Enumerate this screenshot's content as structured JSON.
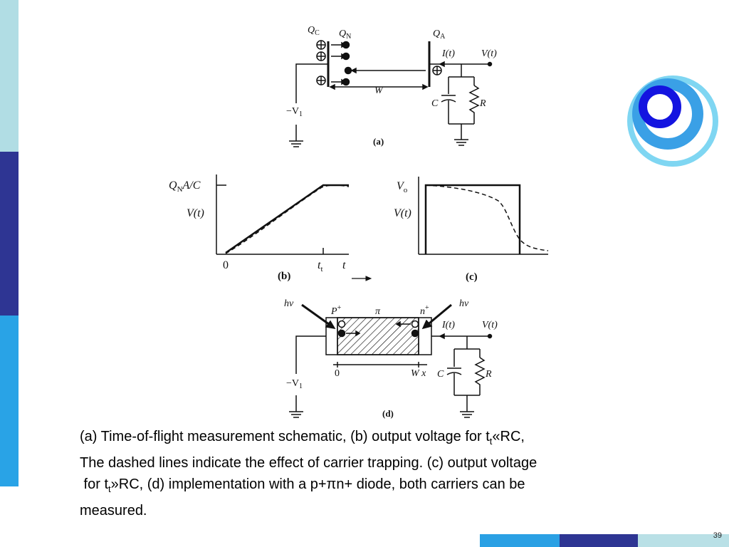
{
  "colors": {
    "sidebar": [
      "#b1dde4",
      "#2e3593",
      "#29a3e6"
    ],
    "footer": [
      "#2aa0e4",
      "#2e3593",
      "#b9e0e6"
    ],
    "logo_rings": [
      "#7fd6f2",
      "#3aa0e6",
      "#1414e0"
    ]
  },
  "logo": {
    "icon": "concentric-rings-logo"
  },
  "page_number": "39",
  "diagram": {
    "panel_a": {
      "label": "(a)",
      "qc": "Q",
      "qc_sub": "C",
      "qn": "Q",
      "qn_sub": "N",
      "qa": "Q",
      "qa_sub": "A",
      "current": "I(t)",
      "voltage": "V(t)",
      "width": "W",
      "cap": "C",
      "res": "R",
      "bias": "−V",
      "bias_sub": "1"
    },
    "panel_b": {
      "label": "(b)",
      "ytick_top": "Q",
      "ytick_top_sub": "N",
      "ytick_top_rest": "A/C",
      "ylabel": "V(t)",
      "x0": "0",
      "xtt": "t",
      "xtt_sub": "t",
      "xt": "t"
    },
    "panel_c": {
      "label": "(c)",
      "ytick_top": "V",
      "ytick_top_sub": "o",
      "ylabel": "V(t)"
    },
    "panel_d": {
      "label": "(d)",
      "hv_left": "hν",
      "hv_right": "hν",
      "p_region": "P",
      "p_sup": "+",
      "pi_region": "π",
      "n_region": "n",
      "n_sup": "+",
      "current": "I(t)",
      "voltage": "V(t)",
      "x0": "0",
      "xw": "W x",
      "cap": "C",
      "res": "R",
      "bias": "−V",
      "bias_sub": "1"
    }
  },
  "caption": {
    "line1_a": "(a) Time-of-flight measurement schematic, (b) output voltage for t",
    "line1_sub": "t",
    "line1_b": "«RC,",
    "line2": "The dashed lines indicate the effect of carrier trapping. (c) output voltage",
    "line3_a": " for t",
    "line3_sub": "t",
    "line3_b": "»RC, (d) implementation with a p+πn+ diode, both carriers can be",
    "line4": "measured."
  }
}
